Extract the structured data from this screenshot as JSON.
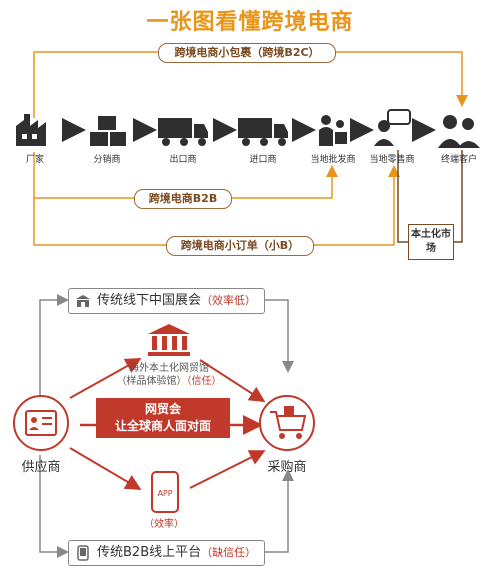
{
  "title": "一张图看懂跨境电商",
  "flow": {
    "nodes": [
      {
        "label": "厂家",
        "icon": "factory-icon"
      },
      {
        "label": "分销商",
        "icon": "boxes-icon"
      },
      {
        "label": "出口商",
        "icon": "truck-icon"
      },
      {
        "label": "进口商",
        "icon": "truck-icon"
      },
      {
        "label": "当地批发商",
        "icon": "wholesaler-icon"
      },
      {
        "label": "当地零售商",
        "icon": "retailer-icon"
      },
      {
        "label": "终端客户",
        "icon": "customer-icon"
      }
    ],
    "routes": {
      "b2c": "跨境电商小包裹（跨境B2C）",
      "b2b": "跨境电商B2B",
      "small_order": "跨境电商小订单（小B）"
    },
    "local_market": "本土化市场"
  },
  "channels": {
    "supplier": "供应商",
    "buyer": "采购商",
    "offline": {
      "label": "传统线下中国展会",
      "note": "（效率低）"
    },
    "online": {
      "label": "传统B2B线上平台",
      "note": "（缺信任）"
    },
    "overseas": {
      "line1": "海外本土化网贸馆",
      "line2": "（样品体验馆）",
      "note": "（信任）"
    },
    "center": {
      "line1": "网贸会",
      "line2": "让全球商人面对面"
    },
    "app": {
      "label": "APP",
      "note": "（效率）"
    }
  },
  "colors": {
    "accent": "#e8951c",
    "brown": "#7a4a22",
    "red": "#c0392b",
    "dark": "#2f2f2f"
  }
}
